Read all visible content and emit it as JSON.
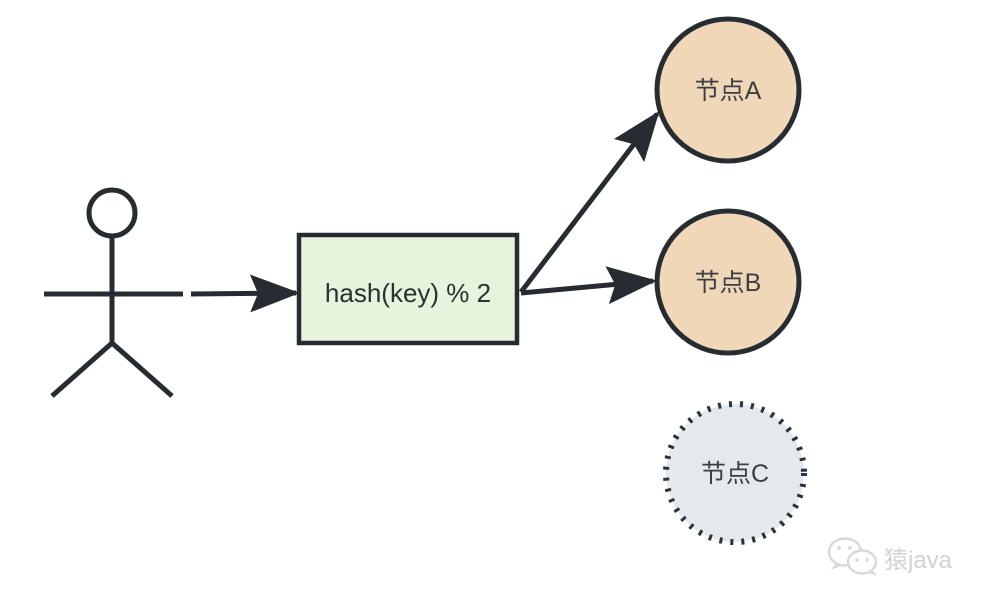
{
  "diagram": {
    "title": "hash-routing-diagram",
    "colors": {
      "stroke": "#262c31",
      "box_fill": "#e8f3dc",
      "node_fill": "#f0d7b8",
      "inactive_node_fill": "#e3e9ec",
      "text": "#3a3f44",
      "watermark": "#d4d4d4",
      "background": "#ffffff"
    },
    "actor": {
      "name": "client-stick-figure",
      "label": ""
    },
    "process_box": {
      "label": "hash(key) % 2"
    },
    "nodes": [
      {
        "id": "A",
        "label": "节点A",
        "state": "active"
      },
      {
        "id": "B",
        "label": "节点B",
        "state": "active"
      },
      {
        "id": "C",
        "label": "节点C",
        "state": "inactive"
      }
    ],
    "edges": [
      {
        "from": "client",
        "to": "process_box",
        "label": ""
      },
      {
        "from": "process_box",
        "to": "A",
        "label": ""
      },
      {
        "from": "process_box",
        "to": "B",
        "label": ""
      }
    ],
    "watermark": {
      "icon": "wechat-icon",
      "text": "猿java"
    }
  }
}
